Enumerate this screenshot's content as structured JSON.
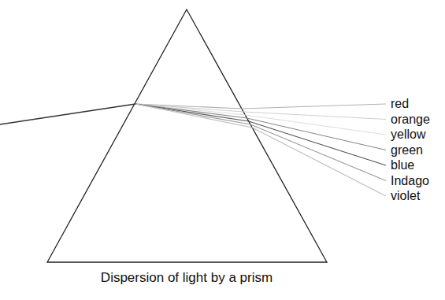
{
  "diagram": {
    "caption": "Dispersion of light by a prism",
    "labels": [
      "red",
      "orange",
      "yellow",
      "green",
      "blue",
      "Indago",
      "violet"
    ]
  }
}
